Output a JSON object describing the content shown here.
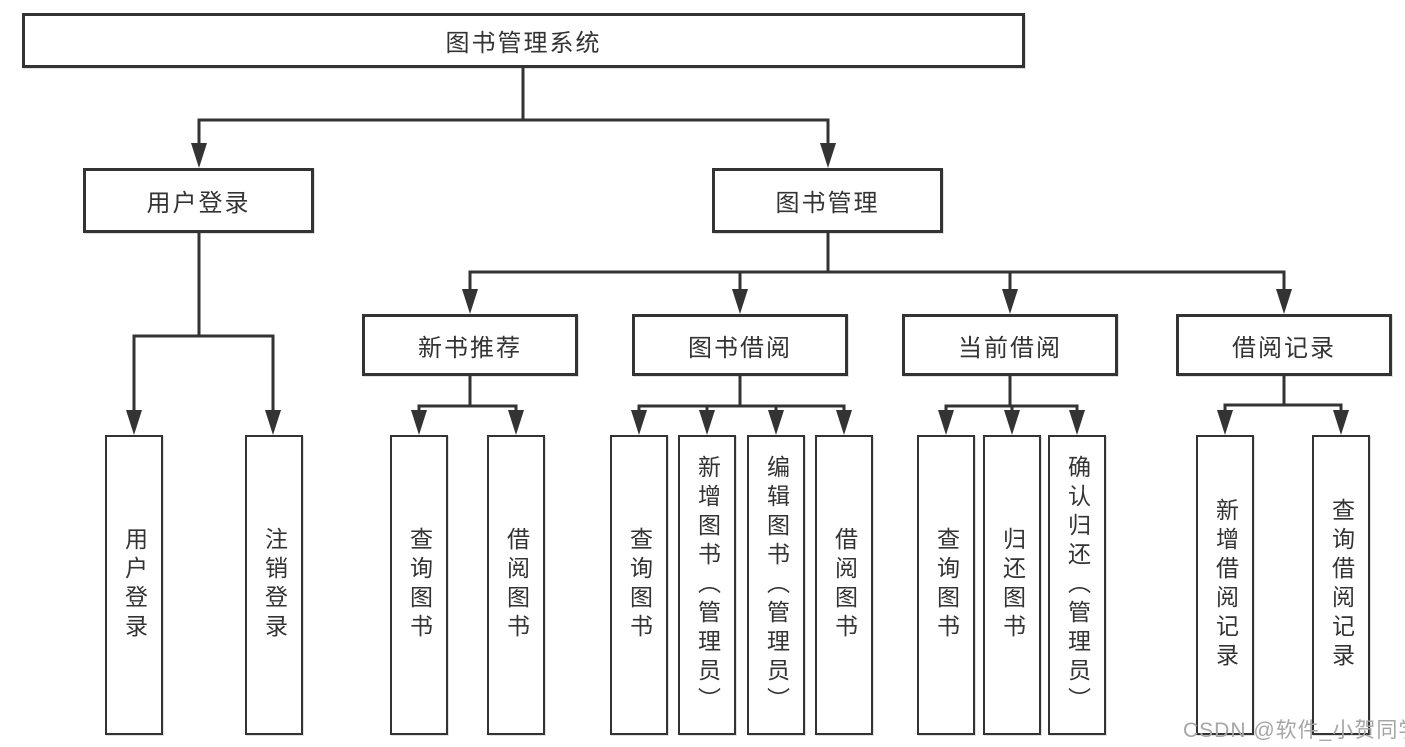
{
  "diagram_type": "hierarchy-tree",
  "colors": {
    "line": "#333333",
    "box_border": "#333333",
    "box_fill": "#ffffff",
    "text": "#333333",
    "watermark": "#a6a6a6",
    "background": "#ffffff"
  },
  "tree": {
    "label": "图书管理系统",
    "children": [
      {
        "label": "用户登录",
        "children": [
          {
            "label": "用户登录"
          },
          {
            "label": "注销登录"
          }
        ]
      },
      {
        "label": "图书管理",
        "children": [
          {
            "label": "新书推荐",
            "children": [
              {
                "label": "查询图书"
              },
              {
                "label": "借阅图书"
              }
            ]
          },
          {
            "label": "图书借阅",
            "children": [
              {
                "label": "查询图书"
              },
              {
                "label": "新增图书（管理员）"
              },
              {
                "label": "编辑图书（管理员）"
              },
              {
                "label": "借阅图书"
              }
            ]
          },
          {
            "label": "当前借阅",
            "children": [
              {
                "label": "查询图书"
              },
              {
                "label": "归还图书"
              },
              {
                "label": "确认归还（管理员）"
              }
            ]
          },
          {
            "label": "借阅记录",
            "children": [
              {
                "label": "新增借阅记录"
              },
              {
                "label": "查询借阅记录"
              }
            ]
          }
        ]
      }
    ]
  },
  "watermark": {
    "text": "CSDN @软件_小贺同学"
  }
}
